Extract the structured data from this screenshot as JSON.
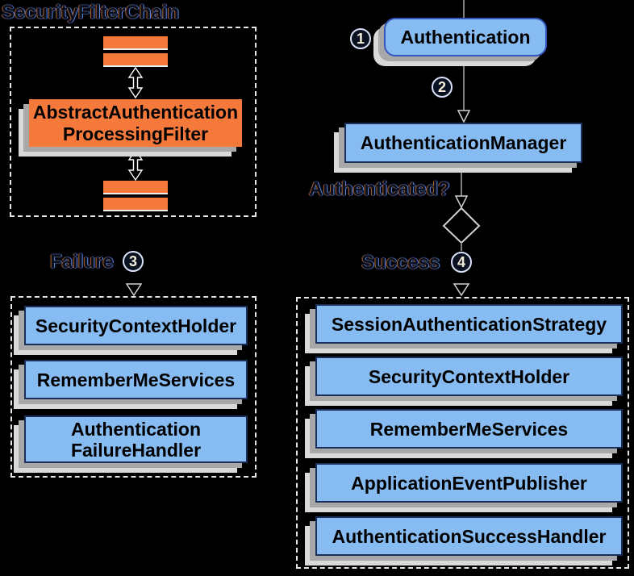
{
  "diagram": {
    "title": "SecurityFilterChain",
    "filter": {
      "line1": "AbstractAuthentication",
      "line2": "ProcessingFilter"
    },
    "authentication_label": "Authentication",
    "authentication_manager_label": "AuthenticationManager",
    "authenticated_question": "Authenticated?",
    "failure_label": "Failure",
    "success_label": "Success",
    "steps": {
      "one": "1",
      "two": "2",
      "three": "3",
      "four": "4"
    },
    "failure_handlers": [
      [
        "SecurityContextHolder"
      ],
      [
        "RememberMeServices"
      ],
      [
        "Authentication",
        "FailureHandler"
      ]
    ],
    "success_handlers": [
      [
        "SessionAuthenticationStrategy"
      ],
      [
        "SecurityContextHolder"
      ],
      [
        "RememberMeServices"
      ],
      [
        "ApplicationEventPublisher"
      ],
      [
        "AuthenticationSuccessHandler"
      ]
    ],
    "colors": {
      "background": "#000000",
      "box_fill_blue": "#87BCF2",
      "box_border_blue": "#1C2F5B",
      "rounded_box_border_blue": "#3456BD",
      "box_fill_orange": "#F4793A",
      "shadow_dark": "#A8A8A8",
      "shadow_light": "#D9D9D9",
      "dashed_border": "#E6E6E6",
      "connector_gray": "#7F7F7F",
      "text_black": "#000000"
    }
  }
}
